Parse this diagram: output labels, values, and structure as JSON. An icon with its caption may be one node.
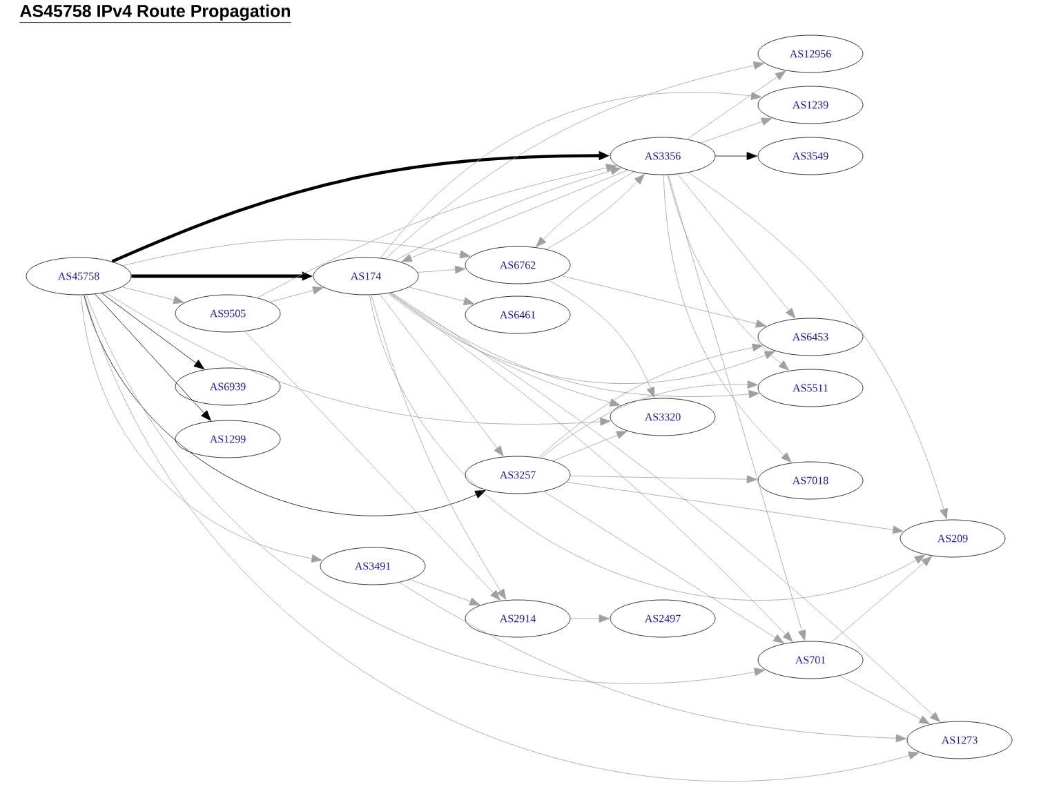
{
  "diagram": {
    "title": "AS45758 IPv4 Route Propagation",
    "nodes": [
      {
        "text": [
          "AS45758"
        ]
      },
      {
        "text": [
          "AS174"
        ]
      },
      {
        "text": [
          "AS9505"
        ]
      },
      {
        "text": [
          "AS6939"
        ]
      },
      {
        "text": [
          "AS1299"
        ]
      },
      {
        "text": [
          "AS6762"
        ]
      },
      {
        "text": [
          "AS6461"
        ]
      },
      {
        "text": [
          "AS3356"
        ]
      },
      {
        "text": [
          "AS12956"
        ]
      },
      {
        "text": [
          "AS1239"
        ]
      },
      {
        "text": [
          "AS3549"
        ]
      },
      {
        "text": [
          "AS6453"
        ]
      },
      {
        "text": [
          "AS5511"
        ]
      },
      {
        "text": [
          "AS3320"
        ]
      },
      {
        "text": [
          "AS3257"
        ]
      },
      {
        "text": [
          "AS7018"
        ]
      },
      {
        "text": [
          "AS209"
        ]
      },
      {
        "text": [
          "AS3491"
        ]
      },
      {
        "text": [
          "AS2914"
        ]
      },
      {
        "text": [
          "AS2497"
        ]
      },
      {
        "text": [
          "AS701"
        ]
      },
      {
        "text": [
          "AS1273"
        ]
      }
    ],
    "edges": [
      {
        "from": 0,
        "to": 1,
        "arrow": "to",
        "style": "thick",
        "color": "#000000"
      },
      {
        "from": 0,
        "to": 7,
        "arrow": "to",
        "style": "thick",
        "color": "#000000"
      },
      {
        "from": 0,
        "to": 3,
        "arrow": "to",
        "color": "#000000"
      },
      {
        "from": 0,
        "to": 4,
        "arrow": "to",
        "color": "#000000"
      },
      {
        "from": 0,
        "to": 14,
        "arrow": "to",
        "color": "#000000"
      },
      {
        "from": 0,
        "to": 2,
        "arrow": "to"
      },
      {
        "from": 0,
        "to": 5,
        "arrow": "to"
      },
      {
        "from": 0,
        "to": 13,
        "arrow": "to"
      },
      {
        "from": 0,
        "to": 17,
        "arrow": "to"
      },
      {
        "from": 0,
        "to": 20,
        "arrow": "to"
      },
      {
        "from": 0,
        "to": 21,
        "arrow": "to"
      },
      {
        "from": 2,
        "to": 1,
        "arrow": "to"
      },
      {
        "from": 2,
        "to": 18,
        "arrow": "to"
      },
      {
        "from": 2,
        "to": 7,
        "arrow": "to"
      },
      {
        "from": 1,
        "to": 5,
        "arrow": "to"
      },
      {
        "from": 1,
        "to": 6,
        "arrow": "to"
      },
      {
        "from": 1,
        "to": 7,
        "arrow": "to"
      },
      {
        "from": 1,
        "to": 8,
        "arrow": "to"
      },
      {
        "from": 1,
        "to": 9,
        "arrow": "to"
      },
      {
        "from": 1,
        "to": 11,
        "arrow": "to"
      },
      {
        "from": 1,
        "to": 12,
        "arrow": "to"
      },
      {
        "from": 1,
        "to": 13,
        "arrow": "to"
      },
      {
        "from": 1,
        "to": 14,
        "arrow": "to"
      },
      {
        "from": 1,
        "to": 16,
        "arrow": "to"
      },
      {
        "from": 1,
        "to": 18,
        "arrow": "to"
      },
      {
        "from": 1,
        "to": 20,
        "arrow": "to"
      },
      {
        "from": 1,
        "to": 21,
        "arrow": "to"
      },
      {
        "from": 7,
        "to": 1,
        "arrow": "to"
      },
      {
        "from": 5,
        "to": 7,
        "arrow": "to"
      },
      {
        "from": 7,
        "to": 5,
        "arrow": "to"
      },
      {
        "from": 5,
        "to": 11,
        "arrow": "to"
      },
      {
        "from": 5,
        "to": 13,
        "arrow": "to"
      },
      {
        "from": 7,
        "to": 8,
        "arrow": "to"
      },
      {
        "from": 7,
        "to": 9,
        "arrow": "to"
      },
      {
        "from": 7,
        "to": 10,
        "arrow": "to",
        "color": "#000000"
      },
      {
        "from": 7,
        "to": 11,
        "arrow": "to"
      },
      {
        "from": 7,
        "to": 12,
        "arrow": "to"
      },
      {
        "from": 7,
        "to": 15,
        "arrow": "to"
      },
      {
        "from": 7,
        "to": 16,
        "arrow": "to"
      },
      {
        "from": 7,
        "to": 20,
        "arrow": "to"
      },
      {
        "from": 14,
        "to": 13,
        "arrow": "to"
      },
      {
        "from": 14,
        "to": 11,
        "arrow": "to"
      },
      {
        "from": 14,
        "to": 12,
        "arrow": "to"
      },
      {
        "from": 14,
        "to": 15,
        "arrow": "to"
      },
      {
        "from": 14,
        "to": 16,
        "arrow": "to"
      },
      {
        "from": 14,
        "to": 20,
        "arrow": "to"
      },
      {
        "from": 17,
        "to": 18,
        "arrow": "to"
      },
      {
        "from": 17,
        "to": 21,
        "arrow": "to"
      },
      {
        "from": 18,
        "to": 19,
        "arrow": "to"
      },
      {
        "from": 20,
        "to": 16,
        "arrow": "to"
      },
      {
        "from": 20,
        "to": 21,
        "arrow": "to"
      }
    ]
  }
}
